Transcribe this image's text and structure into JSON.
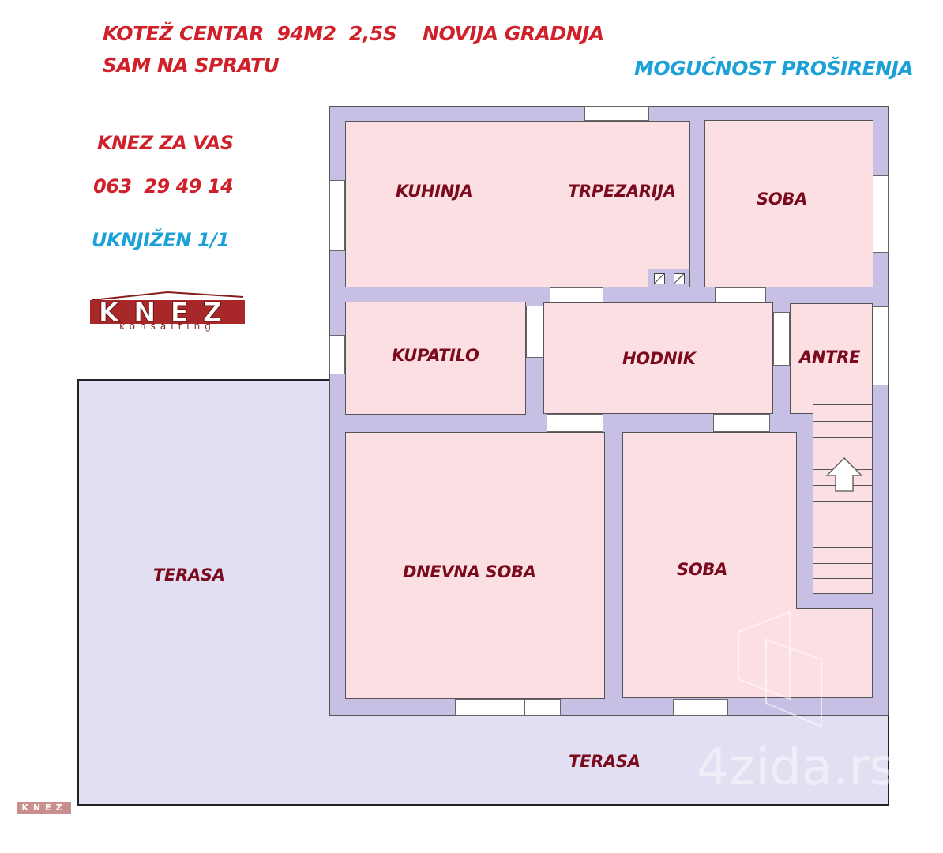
{
  "header": {
    "title_line1": "KOTEŽ CENTAR  94M2  2,5S    NOVIJA GRADNJA",
    "title_line2": "SAM NA SPRATU",
    "expansion_note": "MOGUĆNOST PROŠIRENJA"
  },
  "agency": {
    "tagline": "KNEZ ZA VAS",
    "phone": "063  29 49 14",
    "registration": "UKNJIŽEN 1/1",
    "logo_text": "KNEZ",
    "logo_subtext": "konsalting"
  },
  "rooms": {
    "kuhinja": "KUHINJA",
    "trpezarija": "TRPEZARIJA",
    "soba_top": "SOBA",
    "kupatilo": "KUPATILO",
    "hodnik": "HODNIK",
    "antre": "ANTRE",
    "dnevna_soba": "DNEVNA SOBA",
    "soba_bottom": "SOBA",
    "terasa_left": "TERASA",
    "terasa_bottom": "TERASA"
  },
  "stairs": {
    "direction": "up",
    "step_count": 13
  },
  "colors": {
    "wall": "#c7c0e4",
    "room": "#fcdfe2",
    "terrace": "#e3dff3",
    "title_red": "#d0202a",
    "accent_blue": "#1ba0d8",
    "room_label": "#7a0a1e"
  },
  "watermark": {
    "text": "4zida.rs"
  },
  "footer_logo": {
    "text": "KNEZ"
  }
}
